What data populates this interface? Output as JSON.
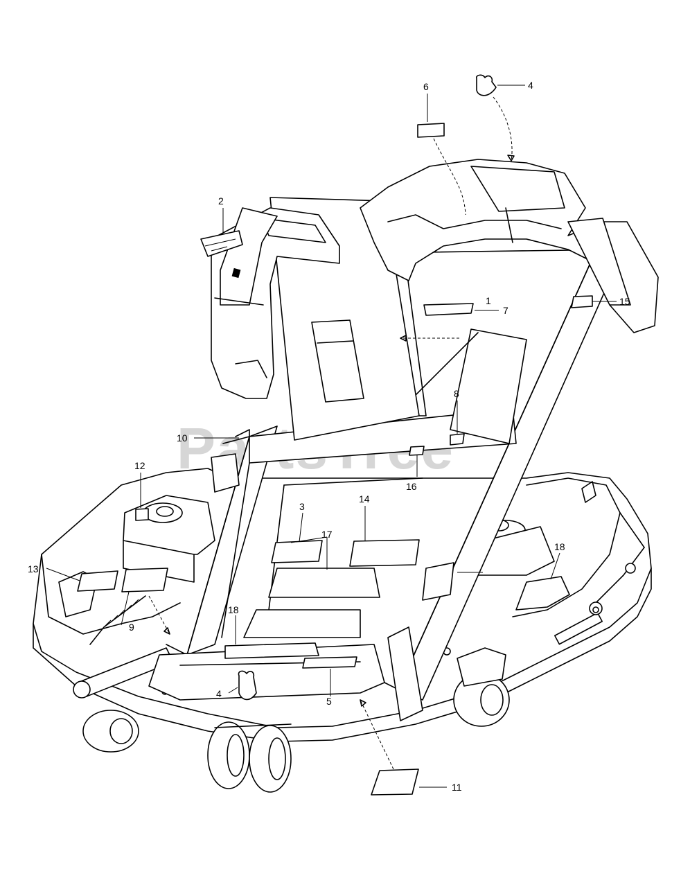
{
  "watermark": "PartsTree",
  "callouts": [
    "1",
    "2",
    "3",
    "4",
    "5",
    "6",
    "7",
    "8",
    "9",
    "10",
    "11",
    "12",
    "13",
    "14",
    "15",
    "16",
    "17",
    "18"
  ],
  "callout_second_4": "4",
  "callout_second_18": "18"
}
